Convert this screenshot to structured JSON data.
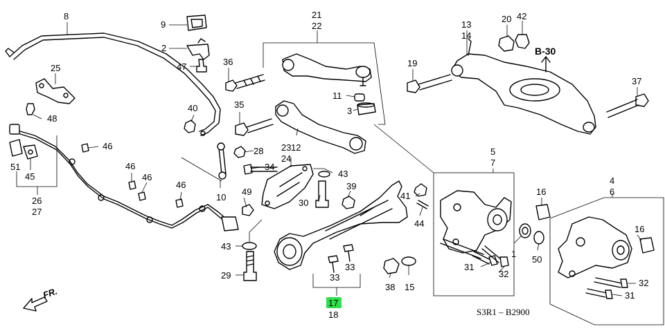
{
  "diagram": {
    "code": "S3R1 – B2900",
    "ref_label": "B-30",
    "fr_label": "FR.",
    "highlight_color": "#2fe04a",
    "callouts": [
      {
        "id": "c8",
        "text": "8"
      },
      {
        "id": "c9",
        "text": "9"
      },
      {
        "id": "c2",
        "text": "2"
      },
      {
        "id": "c47",
        "text": "47"
      },
      {
        "id": "c25",
        "text": "25"
      },
      {
        "id": "c48",
        "text": "48"
      },
      {
        "id": "c40",
        "text": "40"
      },
      {
        "id": "c46a",
        "text": "46"
      },
      {
        "id": "c46b",
        "text": "46"
      },
      {
        "id": "c46c",
        "text": "46"
      },
      {
        "id": "c46d",
        "text": "46"
      },
      {
        "id": "c51",
        "text": "51"
      },
      {
        "id": "c45",
        "text": "45"
      },
      {
        "id": "c26",
        "text": "26"
      },
      {
        "id": "c27",
        "text": "27"
      },
      {
        "id": "c36",
        "text": "36"
      },
      {
        "id": "c35",
        "text": "35"
      },
      {
        "id": "c21",
        "text": "21"
      },
      {
        "id": "c22",
        "text": "22"
      },
      {
        "id": "c11",
        "text": "11"
      },
      {
        "id": "c3",
        "text": "3"
      },
      {
        "id": "c12",
        "text": "12"
      },
      {
        "id": "c28",
        "text": "28"
      },
      {
        "id": "c34",
        "text": "34"
      },
      {
        "id": "c23",
        "text": "23"
      },
      {
        "id": "c24",
        "text": "24"
      },
      {
        "id": "c43a",
        "text": "43"
      },
      {
        "id": "c39",
        "text": "39"
      },
      {
        "id": "c30",
        "text": "30"
      },
      {
        "id": "c49",
        "text": "49"
      },
      {
        "id": "c10",
        "text": "10"
      },
      {
        "id": "c43b",
        "text": "43"
      },
      {
        "id": "c29",
        "text": "29"
      },
      {
        "id": "c13",
        "text": "13"
      },
      {
        "id": "c14",
        "text": "14"
      },
      {
        "id": "c20",
        "text": "20"
      },
      {
        "id": "c42",
        "text": "42"
      },
      {
        "id": "c19",
        "text": "19"
      },
      {
        "id": "c37",
        "text": "37"
      },
      {
        "id": "c5",
        "text": "5"
      },
      {
        "id": "c7",
        "text": "7"
      },
      {
        "id": "c41",
        "text": "41"
      },
      {
        "id": "c44",
        "text": "44"
      },
      {
        "id": "c16a",
        "text": "16"
      },
      {
        "id": "c4",
        "text": "4"
      },
      {
        "id": "c6",
        "text": "6"
      },
      {
        "id": "c16b",
        "text": "16"
      },
      {
        "id": "c1",
        "text": "1"
      },
      {
        "id": "c50",
        "text": "50"
      },
      {
        "id": "c31a",
        "text": "31"
      },
      {
        "id": "c32a",
        "text": "32"
      },
      {
        "id": "c38",
        "text": "38"
      },
      {
        "id": "c15",
        "text": "15"
      },
      {
        "id": "c33a",
        "text": "33"
      },
      {
        "id": "c33b",
        "text": "33"
      },
      {
        "id": "c17",
        "text": "17"
      },
      {
        "id": "c18",
        "text": "18"
      },
      {
        "id": "c32b",
        "text": "32"
      },
      {
        "id": "c31b",
        "text": "31"
      }
    ]
  }
}
